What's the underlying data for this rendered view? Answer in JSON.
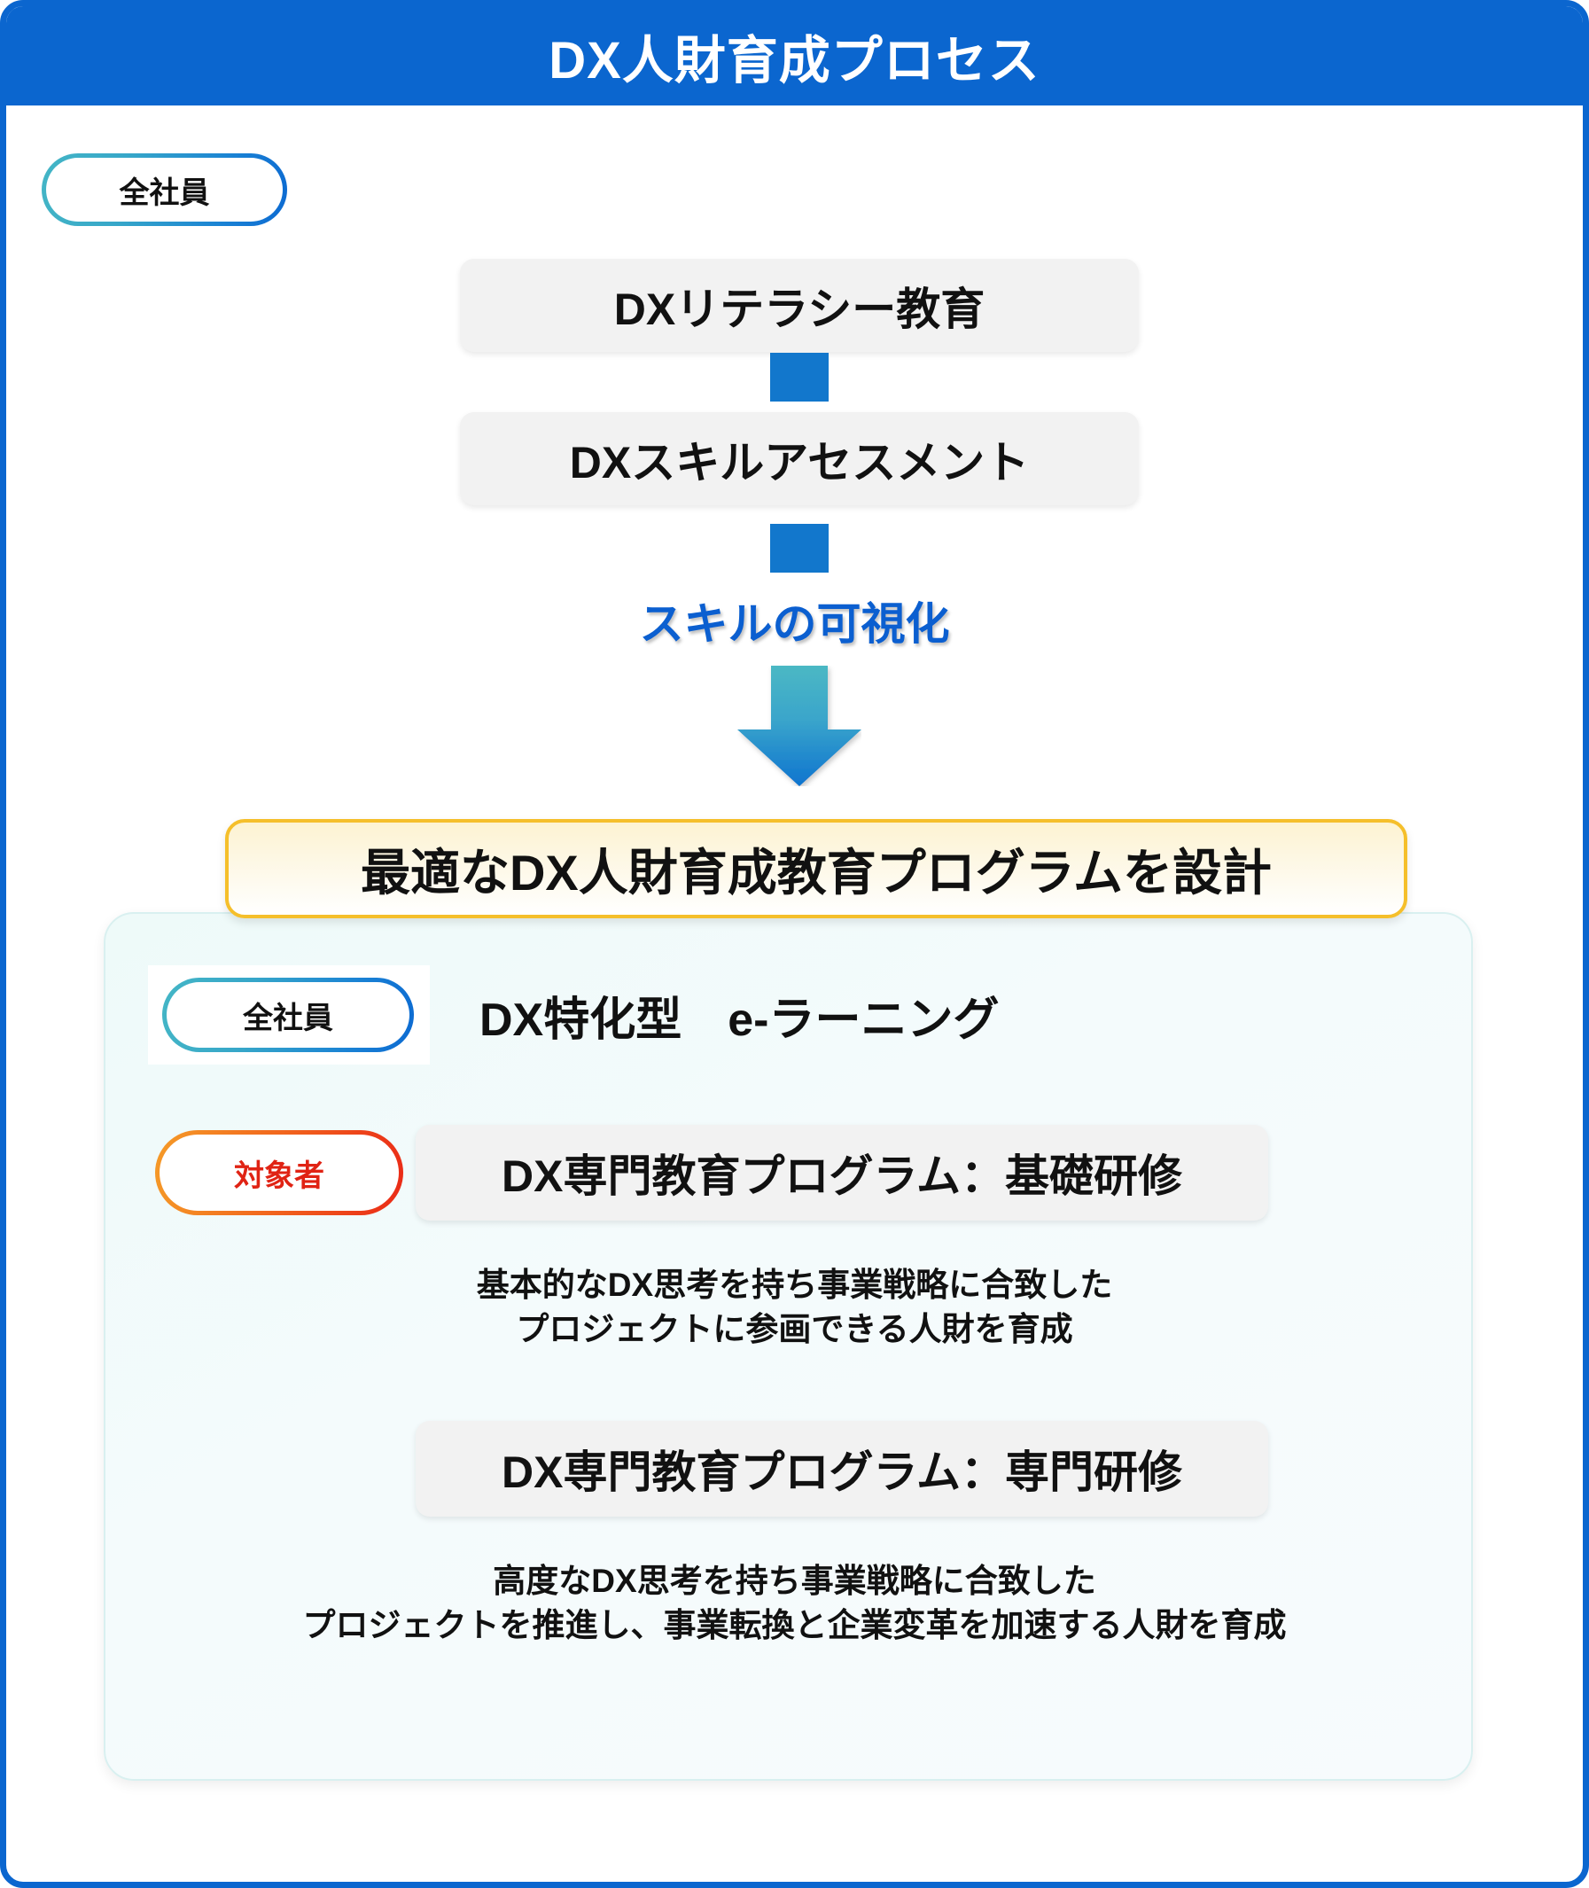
{
  "header": {
    "title": "DX人財育成プロセス",
    "bg_color": "#0b66cf",
    "text_color": "#ffffff"
  },
  "badges": {
    "all_employees_top": "全社員",
    "all_employees_inner": "全社員",
    "target_persons": "対象者"
  },
  "flow": {
    "step_1": "DXリテラシー教育",
    "step_2": "DXスキルアセスメント",
    "arrow_label": "スキルの可視化",
    "arrow_label_color": "#0b5fd0",
    "connector_color": "#1277cc",
    "arrow_gradient_from": "#4bb8c4",
    "arrow_gradient_to": "#0e74cf"
  },
  "design_banner": {
    "text": "最適なDX人財育成教育プログラムを設計",
    "border_color": "#f5bf2b"
  },
  "programs": {
    "elearning": {
      "title": "DX特化型　e-ラーニング"
    },
    "basic": {
      "title": "DX専門教育プログラム：基礎研修",
      "description_line_1": "基本的なDX思考を持ち事業戦略に合致した",
      "description_line_2": "プロジェクトに参画できる人財を育成"
    },
    "advanced": {
      "title": "DX専門教育プログラム：専門研修",
      "description_line_1": "高度なDX思考を持ち事業戦略に合致した",
      "description_line_2": "プロジェクトを推進し、事業転換と企業変革を加速する人財を育成"
    }
  },
  "colors": {
    "box_bg": "#f2f2f2",
    "panel_bg": "#eefaf9",
    "pill_blue_start": "#44b6c6",
    "pill_blue_end": "#0c6ad2",
    "pill_orange_start": "#f59b28",
    "pill_orange_end": "#ea2a17",
    "target_text": "#e02314"
  }
}
